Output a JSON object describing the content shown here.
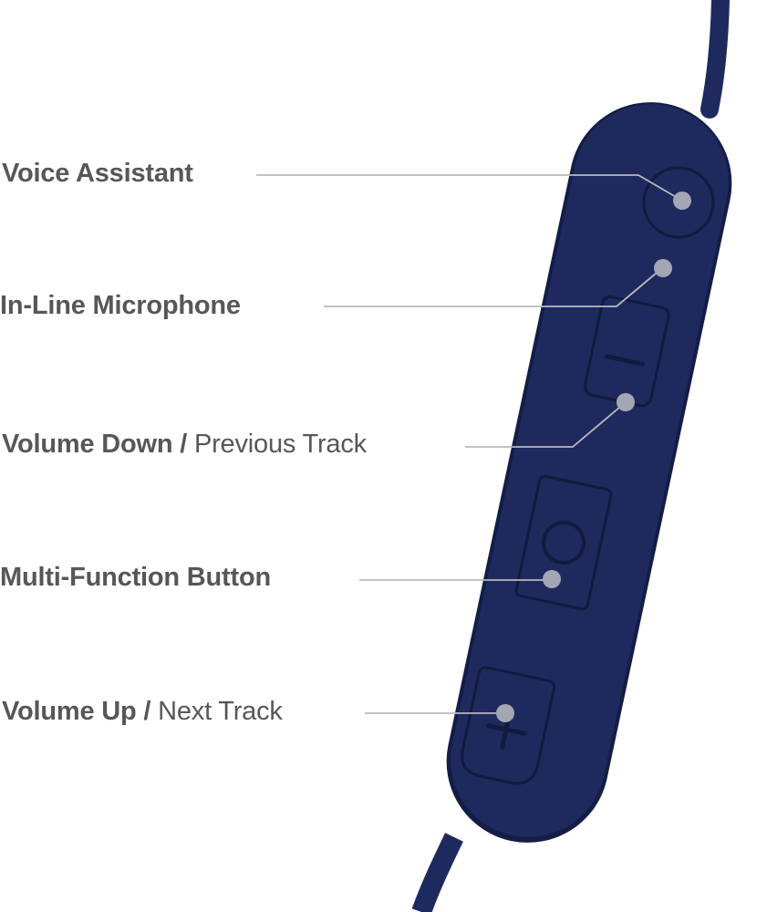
{
  "colors": {
    "body": "#1e2a5e",
    "body_shadow": "#141d45",
    "button_edge": "#121a3e",
    "leader_line": "#b9b9bd",
    "dot": "#a3a6b3",
    "label_text": "#57575b",
    "background": "#ffffff"
  },
  "callouts": [
    {
      "id": "voice",
      "primary": "Voice Assistant",
      "secondary": ""
    },
    {
      "id": "mic",
      "primary": "In-Line Microphone",
      "secondary": ""
    },
    {
      "id": "vol-down",
      "primary": "Volume Down /",
      "secondary": "Previous Track"
    },
    {
      "id": "mfb",
      "primary": "Multi-Function Button",
      "secondary": ""
    },
    {
      "id": "vol-up",
      "primary": "Volume Up /",
      "secondary": "Next Track"
    }
  ]
}
